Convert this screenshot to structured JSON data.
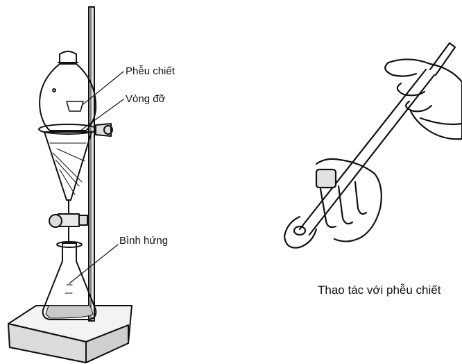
{
  "labels": {
    "separatory_funnel": "Phễu chiết",
    "support_ring": "Vòng đỡ",
    "receiving_flask": "Bình hứng"
  },
  "caption": "Thao tác với phễu chiết"
}
